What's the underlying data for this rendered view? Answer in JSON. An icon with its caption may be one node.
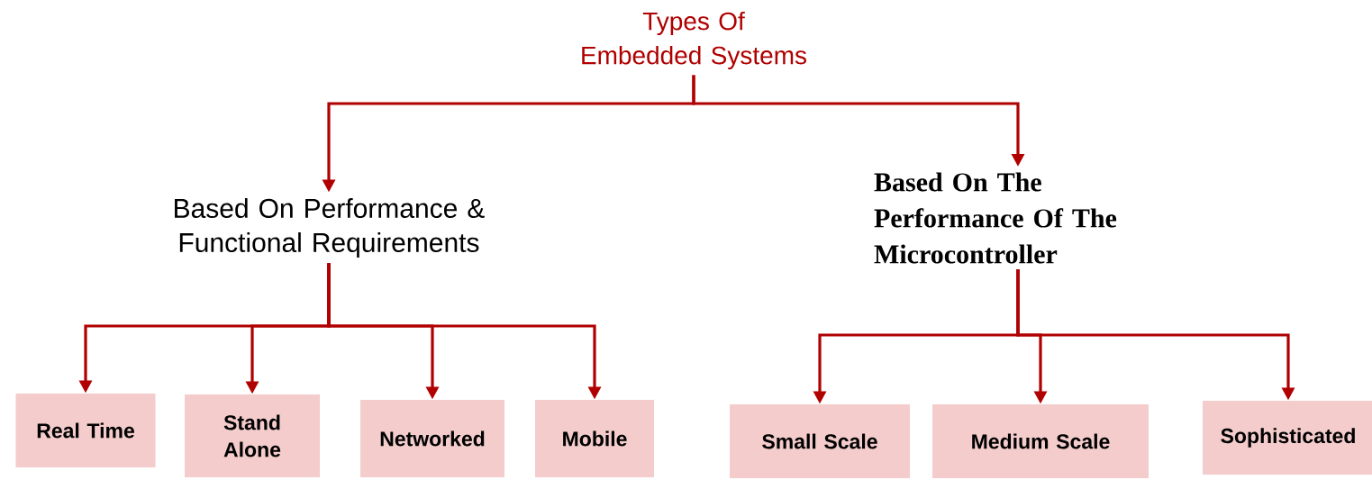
{
  "diagram": {
    "nodes": [
      {
        "text": [
          "Types Of Embedded Systems"
        ]
      },
      {
        "text": [
          "Based On Performance & Functional Requirements"
        ]
      },
      {
        "text": [
          "Based On The Performance Of The Microcontroller"
        ]
      },
      {
        "text": [
          "Real Time"
        ]
      },
      {
        "text": [
          "Stand Alone"
        ]
      },
      {
        "text": [
          "Networked"
        ]
      },
      {
        "text": [
          "Mobile"
        ]
      },
      {
        "text": [
          "Small Scale"
        ]
      },
      {
        "text": [
          "Medium Scale"
        ]
      },
      {
        "text": [
          "Sophisticated"
        ]
      }
    ],
    "edges": [
      {
        "from": 0,
        "to": 1,
        "arrow": "to"
      },
      {
        "from": 0,
        "to": 2,
        "arrow": "to"
      },
      {
        "from": 1,
        "to": 3,
        "arrow": "to"
      },
      {
        "from": 1,
        "to": 4,
        "arrow": "to"
      },
      {
        "from": 1,
        "to": 5,
        "arrow": "to"
      },
      {
        "from": 1,
        "to": 6,
        "arrow": "to"
      },
      {
        "from": 2,
        "to": 7,
        "arrow": "to"
      },
      {
        "from": 2,
        "to": 8,
        "arrow": "to"
      },
      {
        "from": 2,
        "to": 9,
        "arrow": "to"
      }
    ]
  }
}
